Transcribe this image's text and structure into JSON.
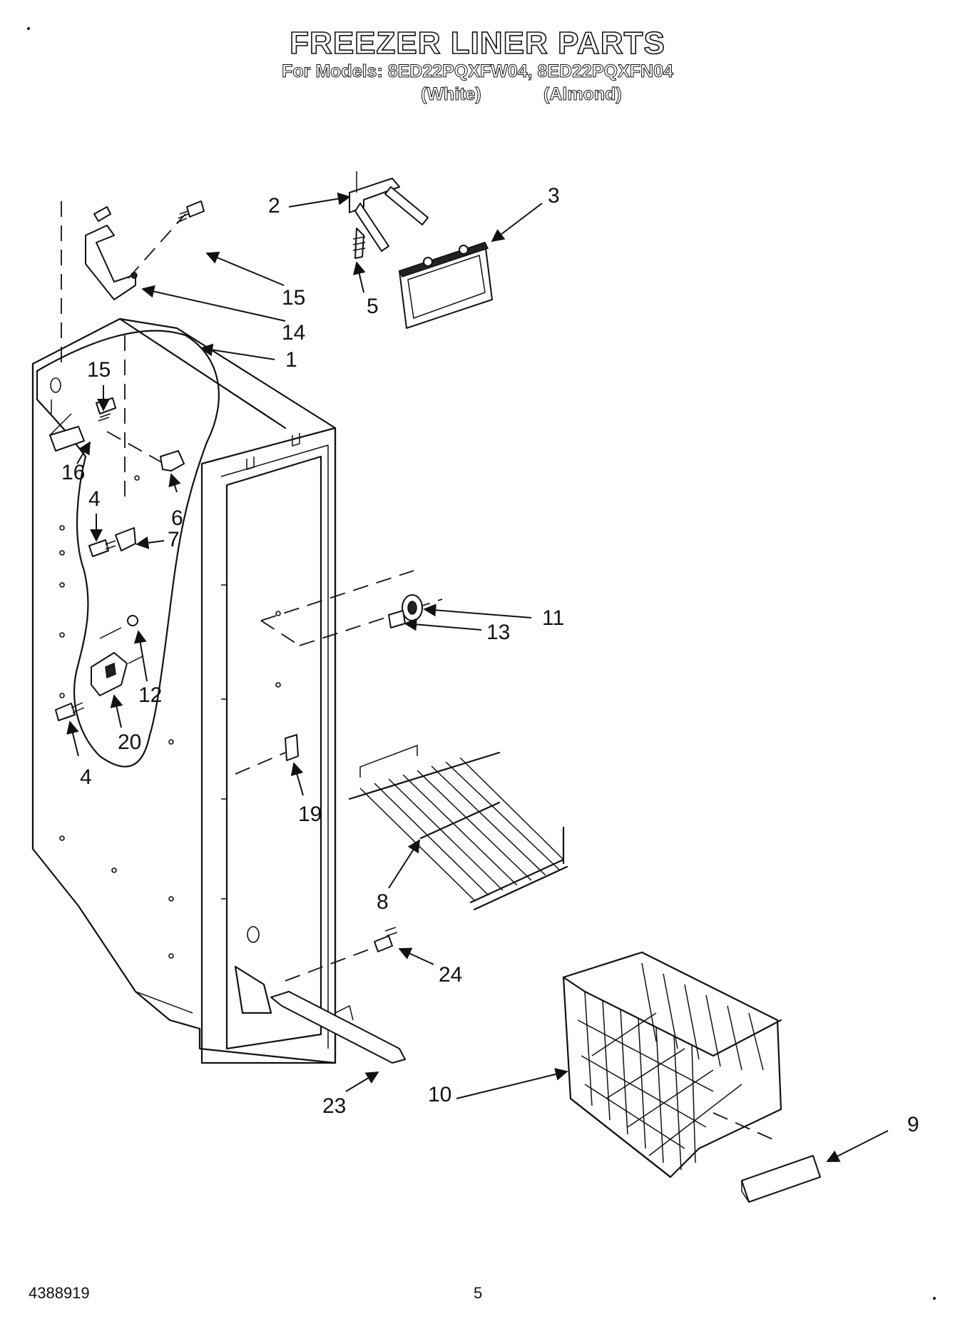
{
  "header": {
    "title": "FREEZER LINER PARTS",
    "models_line": "For Models: 8ED22PQXFW04, 8ED22PQXFN04",
    "variant_white": "(White)",
    "variant_almond": "(Almond)"
  },
  "callouts": {
    "c1": "1",
    "c2": "2",
    "c3": "3",
    "c4a": "4",
    "c4b": "4",
    "c5": "5",
    "c6": "6",
    "c7": "7",
    "c8": "8",
    "c9": "9",
    "c10": "10",
    "c11": "11",
    "c12": "12",
    "c13": "13",
    "c14": "14",
    "c15a": "15",
    "c15b": "15",
    "c16": "16",
    "c19": "19",
    "c20": "20",
    "c23": "23",
    "c24": "24"
  },
  "footer": {
    "doc_number": "4388919",
    "page_number": "5"
  }
}
